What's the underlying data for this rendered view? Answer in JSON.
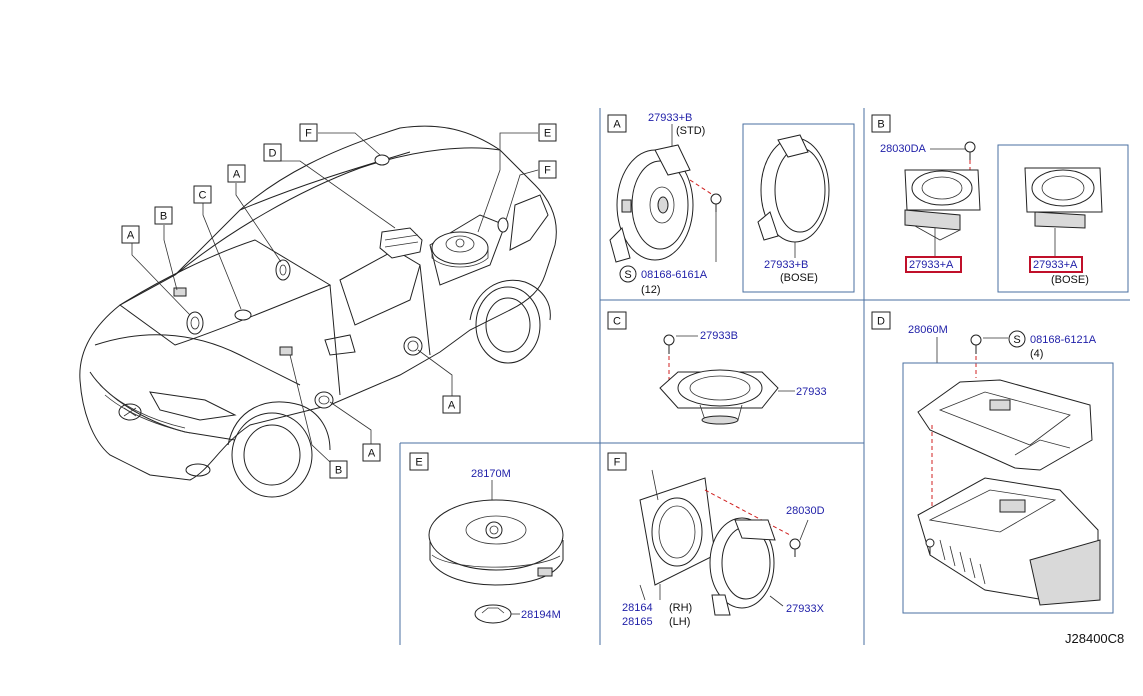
{
  "drawing_id": "J28400C8",
  "car_callouts": [
    "A",
    "B",
    "C",
    "A",
    "D",
    "F",
    "E",
    "F",
    "A",
    "A",
    "B"
  ],
  "sections": {
    "A": {
      "letter": "A",
      "parts": [
        "27933+B",
        "27933+B",
        "08168-6161A"
      ],
      "notes": [
        "(STD)",
        "(BOSE)",
        "(12)"
      ],
      "screw_symbol": "S"
    },
    "B": {
      "letter": "B",
      "parts": [
        "28030DA",
        "27933+A",
        "27933+A"
      ],
      "notes": [
        "(BOSE)"
      ]
    },
    "C": {
      "letter": "C",
      "parts": [
        "27933B",
        "27933"
      ]
    },
    "D": {
      "letter": "D",
      "parts": [
        "28060M",
        "08168-6121A"
      ],
      "notes": [
        "(4)"
      ],
      "screw_symbol": "S"
    },
    "E": {
      "letter": "E",
      "parts": [
        "28170M",
        "28194M"
      ]
    },
    "F": {
      "letter": "F",
      "parts": [
        "28030D",
        "28164",
        "28165",
        "27933X"
      ],
      "notes": [
        "(RH)",
        "(LH)"
      ]
    }
  },
  "colors": {
    "part_number": "#1f1fa8",
    "highlight": "#c0102a",
    "panel_border": "#4a6fa0"
  }
}
